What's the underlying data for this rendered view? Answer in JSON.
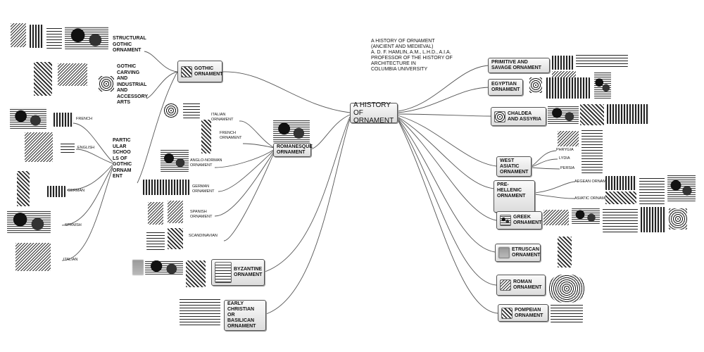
{
  "title_block": {
    "lines": [
      "A HISTORY OF ORNAMENT",
      "(ANCIENT AND MEDIEVAL)",
      "A. D. F. HAMLIN, A.M., L.H.D., A.I.A.",
      "PROFESSOR OF THE HISTORY OF",
      "ARCHITECTURE IN",
      "COLUMBIA UNIVERSITY"
    ]
  },
  "root": {
    "label": "A HISTORY OF ORNAMENT"
  },
  "left": {
    "gothic": {
      "label": "GOTHIC ORNAMENT",
      "structural": "STRUCTURAL GOTHIC ORNAMENT",
      "carving": "GOTHIC CARVING AND INDUSTRIAL AND ACCESSORY ARTS",
      "particular": "PARTIC ULAR SCHOO LS OF GOTHIC ORNAM ENT",
      "schools": [
        "FRENCH",
        "ENGLISH",
        "GERMAN",
        "SPANISH",
        "ITALIAN"
      ]
    },
    "romanesque": {
      "label": "ROMANESQUE ORNAMENT",
      "children": [
        "ITALIAN ORNAMENT",
        "FRENCH ORNAMENT",
        "ANGLO-NORMAN ORNAMENT",
        "GERMAN ORNAMENT",
        "SPANISH ORNAMENT",
        "SCANDINAVIAN"
      ]
    },
    "byzantine": {
      "label": "BYZANTINE ORNAMENT"
    },
    "early_christian": {
      "label": "EARLY CHRISTIAN OR BASILICAN ORNAMENT"
    }
  },
  "right": {
    "primitive": {
      "label": "PRIMITIVE AND SAVAGE ORNAMENT"
    },
    "egyptian": {
      "label": "EGYPTIAN ORNAMENT"
    },
    "chaldea": {
      "label": "CHALDEA AND ASSYRIA"
    },
    "west_asiatic": {
      "label": "WEST ASIATIC ORNAMENT",
      "children": [
        "PHRYGIA",
        "LYDIA",
        "PERSIA"
      ]
    },
    "pre_hellenic": {
      "label": "PRE-HELLENIC ORNAMENT",
      "children": [
        "AEGEAN ORNAMENT",
        "ASIATIC ORNAMENT"
      ]
    },
    "greek": {
      "label": "GREEK ORNAMENT"
    },
    "etruscan": {
      "label": "ETRUSCAN ORNAMENT"
    },
    "roman": {
      "label": "ROMAN ORNAMENT"
    },
    "pompeian": {
      "label": "POMPEIAN ORNAMENT"
    }
  }
}
